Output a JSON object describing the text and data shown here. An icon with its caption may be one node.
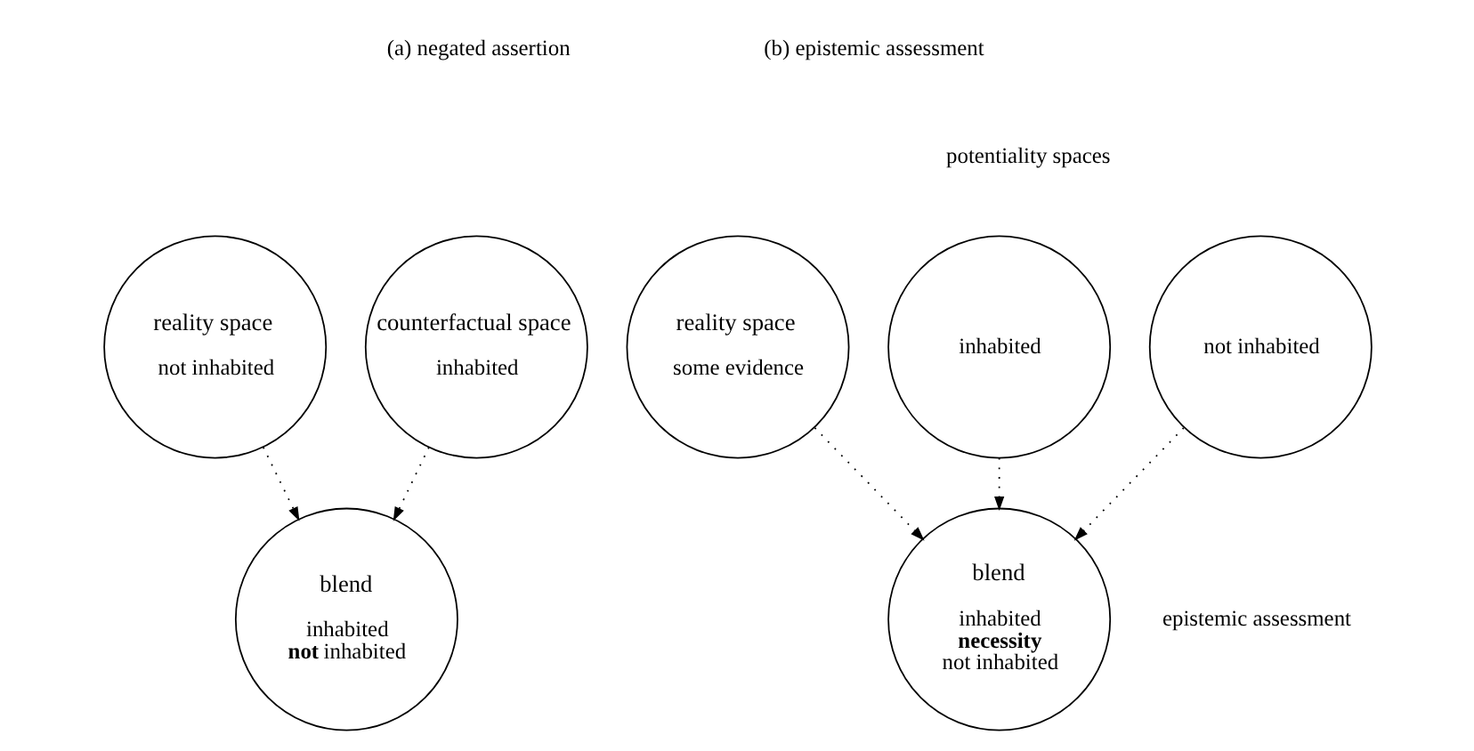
{
  "diagram": {
    "nodes": [
      {
        "text": [
          "reality space",
          "not inhabited"
        ]
      },
      {
        "text": [
          "counterfactual space",
          "inhabited"
        ]
      },
      {
        "text": [
          "blend",
          "inhabited",
          "**not** inhabited"
        ]
      },
      {
        "text": [
          "reality space",
          "some evidence"
        ]
      },
      {
        "text": [
          "inhabited"
        ]
      },
      {
        "text": [
          "not inhabited"
        ]
      },
      {
        "text": [
          "blend",
          "inhabited",
          "necessity",
          "not inhabited"
        ],
        "beside": [
          "epistemic assessment"
        ]
      }
    ],
    "edges": [
      {
        "from": 0,
        "to": 2,
        "arrow": "to"
      },
      {
        "from": 1,
        "to": 2,
        "arrow": "to"
      },
      {
        "from": 3,
        "to": 6,
        "arrow": "to"
      },
      {
        "from": 4,
        "to": 6,
        "arrow": "to"
      },
      {
        "from": 5,
        "to": 6,
        "arrow": "to"
      }
    ],
    "labels": [
      "(a) negated assertion",
      "(b) epistemic assessment",
      "potentiality spaces"
    ]
  }
}
